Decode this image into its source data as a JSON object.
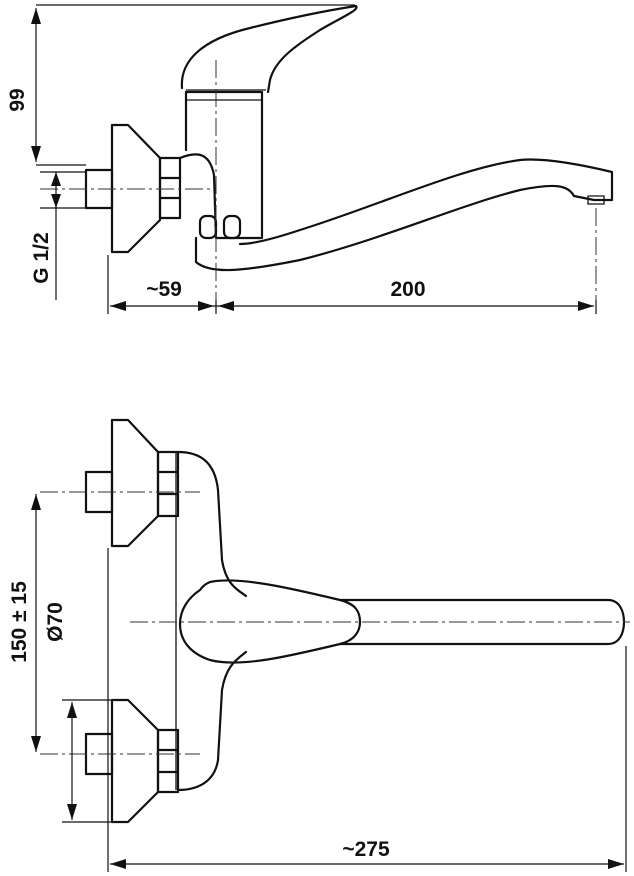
{
  "dimensions": {
    "side_height": "99",
    "thread": "G 1/2",
    "wall_offset": "~59",
    "spout_reach": "200",
    "center_distance": "150 ± 15",
    "flange_diameter": "Ø70",
    "total_length": "~275"
  }
}
